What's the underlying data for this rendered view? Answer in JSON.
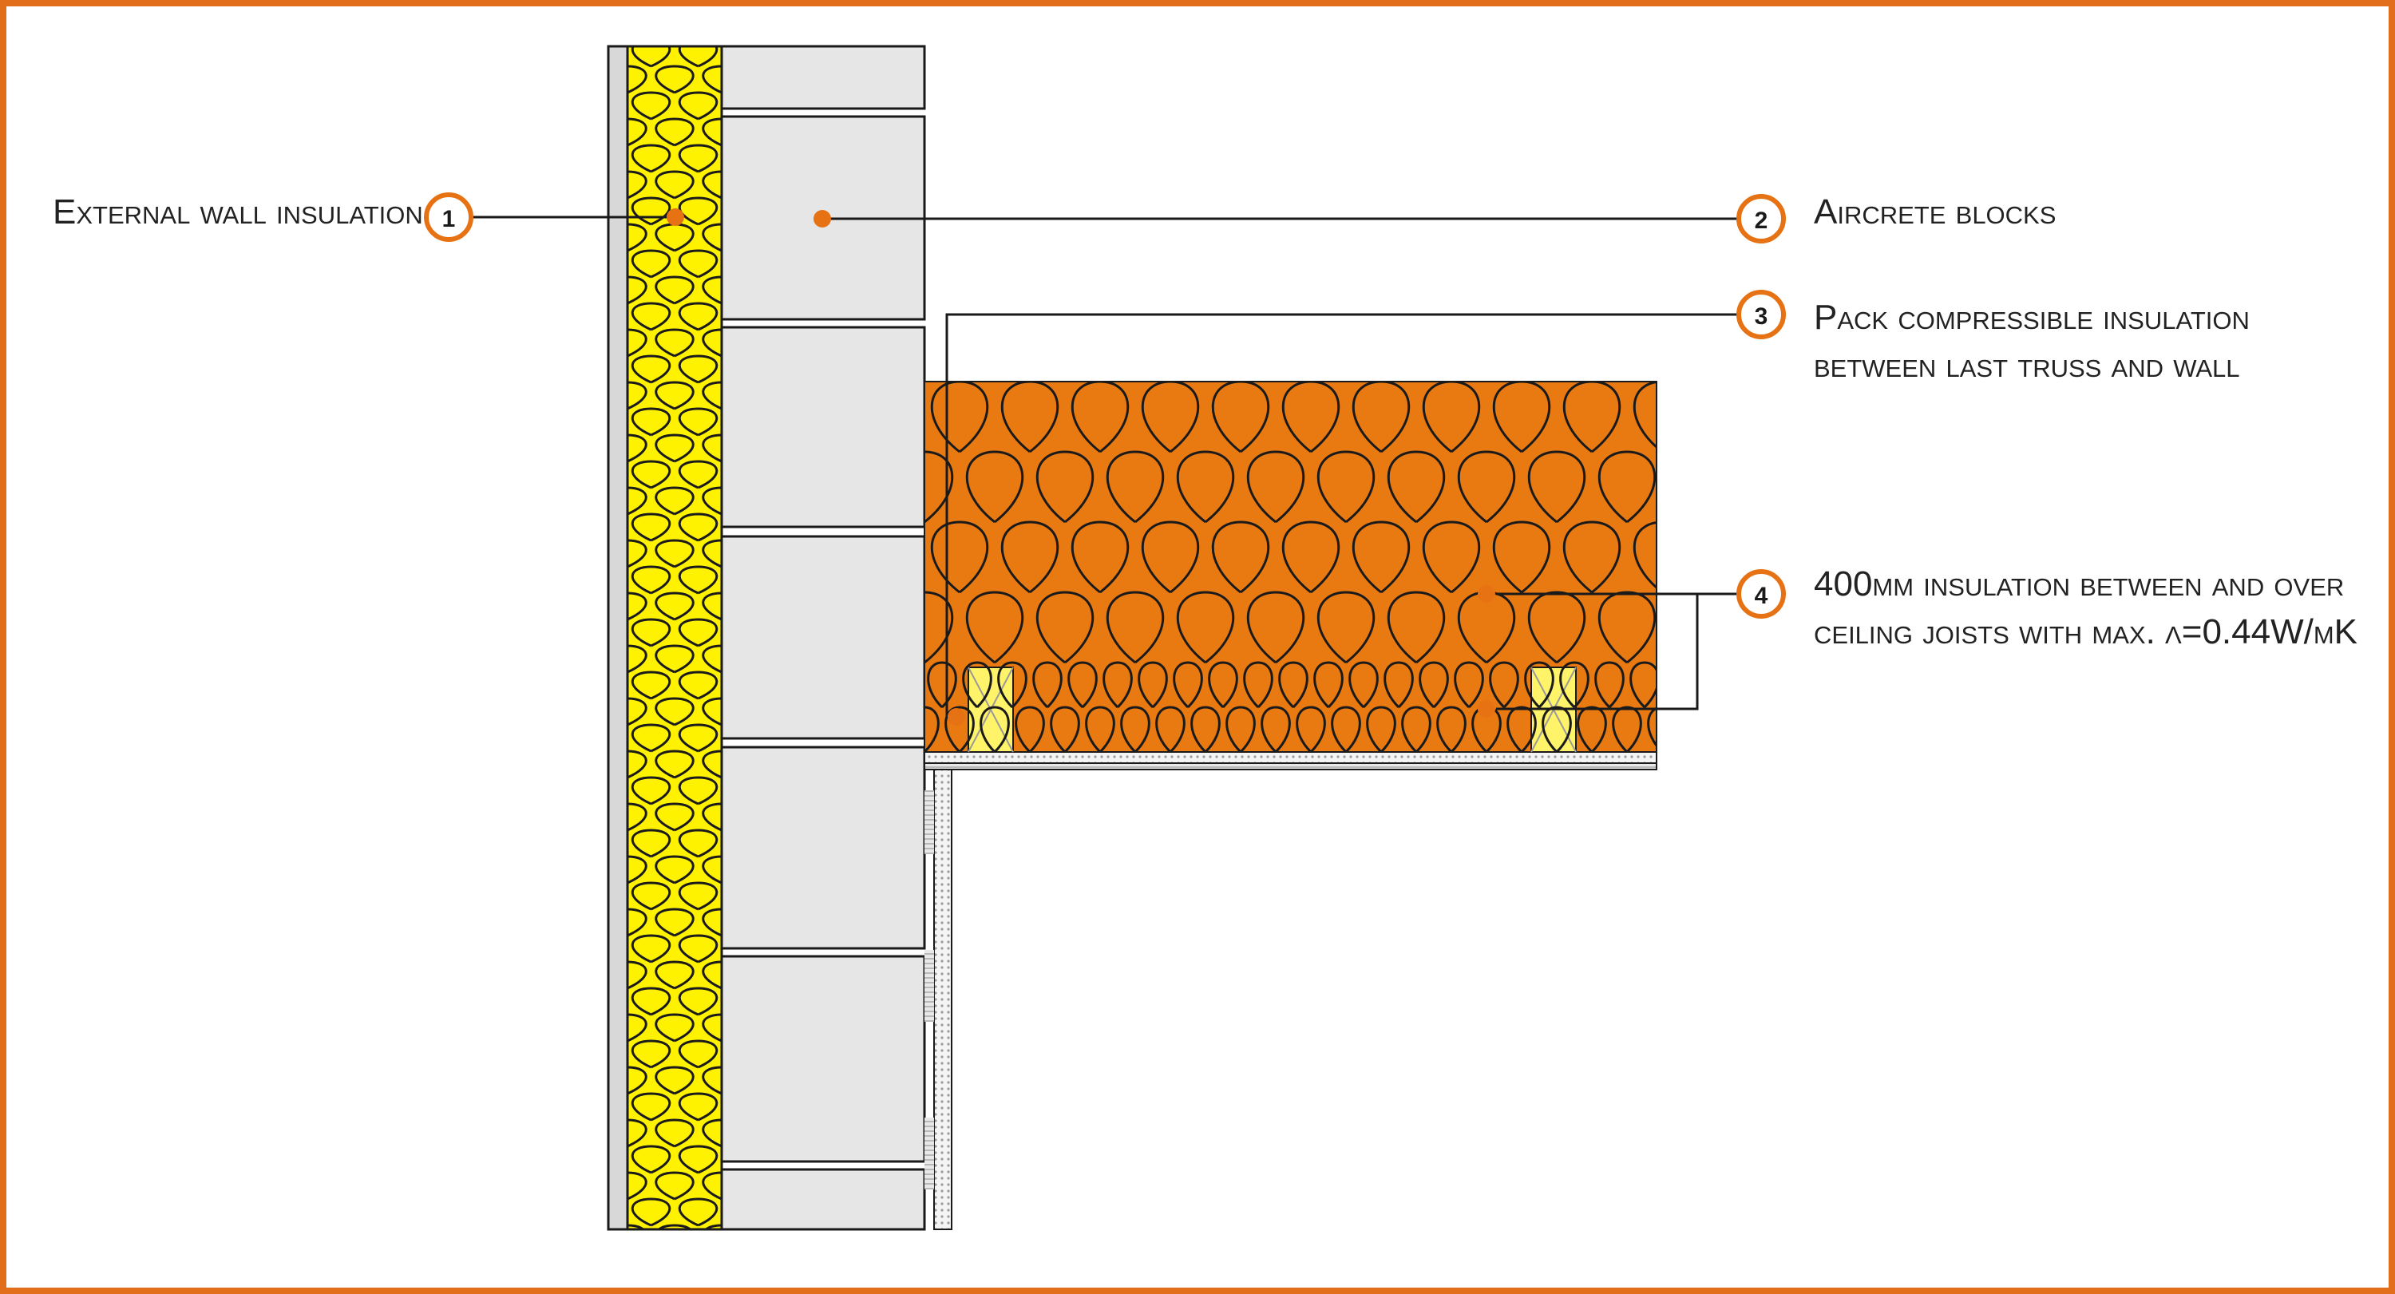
{
  "colors": {
    "frame": "#E26D1B",
    "accent_orange": "#E67214",
    "wall_insulation": "#FFF200",
    "aircrete": "#E6E6E6",
    "loft_insulation": "#E97A12",
    "timber": "#FFF36A",
    "line": "#1A1A1A"
  },
  "callouts": [
    {
      "number": "1",
      "lines": [
        "External wall insulation"
      ]
    },
    {
      "number": "2",
      "lines": [
        "Aircrete blocks"
      ]
    },
    {
      "number": "3",
      "lines": [
        "Pack compressible insulation",
        "between last truss and wall"
      ]
    },
    {
      "number": "4",
      "lines": [
        "400mm insulation between and over",
        "ceiling joists with max. λ=0.44W/mK"
      ]
    }
  ]
}
